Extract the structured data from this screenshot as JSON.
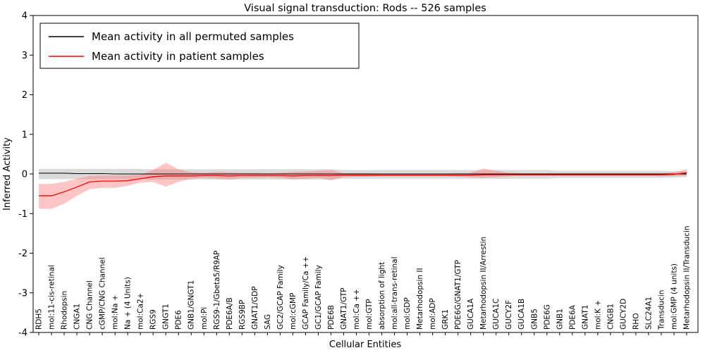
{
  "figure": {
    "title": "Visual signal transduction: Rods -- 526 samples",
    "xlabel": "Cellular Entities",
    "ylabel": "Inferred Activity"
  },
  "legend": {
    "position": "upper left",
    "entries": [
      {
        "label": "Mean activity in all permuted samples",
        "color": "#000000"
      },
      {
        "label": "Mean activity in patient samples",
        "color": "#ff0000"
      }
    ]
  },
  "chart_data": {
    "type": "line",
    "title": "Visual signal transduction: Rods -- 526 samples",
    "xlabel": "Cellular Entities",
    "ylabel": "Inferred Activity",
    "ylim": [
      -4,
      4
    ],
    "yticks": [
      -4,
      -3,
      -2,
      -1,
      0,
      1,
      2,
      3,
      4
    ],
    "grid": false,
    "legend_position": "upper left",
    "x_categories": [
      "RDH5",
      "mol:11-cis-retinal",
      "Rhodopsin",
      "CNGA1",
      "CNG Channel",
      "cGMP/CNG Channel",
      "mol:Na +",
      "Na + (4 Units)",
      "mol:Ca2+",
      "RGS9",
      "GNGT1",
      "PDE6",
      "GNB1/GNGT1",
      "mol:Pi",
      "RGS9-1/Gbeta5/R9AP",
      "PDE6A/B",
      "RGS9BP",
      "GNAT1/GDP",
      "SAG",
      "GC2/GCAP Family",
      "mol:cGMP",
      "GCAP Family/Ca ++",
      "GC1/GCAP Family",
      "PDE6B",
      "GNAT1/GTP",
      "mol:Ca ++",
      "mol:GTP",
      "absorption of light",
      "mol:all-trans-retinal",
      "mol:GDP",
      "Metarhodopsin II",
      "mol:ADP",
      "GRK1",
      "PDE6G/GNAT1/GTP",
      "GUCA1A",
      "Metarhodopsin II/Arrestin",
      "GUCA1C",
      "GUCY2F",
      "GUCA1B",
      "GNB5",
      "PDE6G",
      "GNB1",
      "PDE6A",
      "GNAT1",
      "mol:K +",
      "CNGB1",
      "GUCY2D",
      "RHO",
      "SLC24A1",
      "Transducin",
      "mol:GMP (4 units)",
      "Metarhodopsin II/Transducin"
    ],
    "series": [
      {
        "name": "Mean activity in all permuted samples",
        "color": "#000000",
        "band_color": "#bdbdbd",
        "values": [
          0.02,
          0.02,
          0.02,
          0.01,
          0.01,
          0.01,
          0,
          0,
          0,
          0,
          0,
          0,
          0,
          0,
          0,
          0,
          0,
          0,
          0,
          0,
          0,
          0,
          0,
          0,
          0,
          0,
          0,
          0,
          0,
          0,
          0,
          0,
          0,
          0,
          0,
          0,
          0,
          0,
          0,
          0,
          0,
          0,
          0,
          0,
          0,
          0,
          0,
          0,
          0,
          0,
          0,
          0
        ],
        "band_upper": [
          0.13,
          0.13,
          0.13,
          0.13,
          0.13,
          0.13,
          0.13,
          0.13,
          0.13,
          0.12,
          0.12,
          0.12,
          0.12,
          0.12,
          0.12,
          0.12,
          0.12,
          0.12,
          0.12,
          0.12,
          0.12,
          0.12,
          0.12,
          0.12,
          0.1,
          0.1,
          0.1,
          0.1,
          0.1,
          0.1,
          0.1,
          0.1,
          0.1,
          0.1,
          0.1,
          0.1,
          0.1,
          0.1,
          0.1,
          0.1,
          0.1,
          0.08,
          0.08,
          0.08,
          0.08,
          0.08,
          0.08,
          0.08,
          0.08,
          0.08,
          0.07,
          0.06
        ],
        "band_lower": [
          -0.13,
          -0.13,
          -0.13,
          -0.13,
          -0.13,
          -0.13,
          -0.13,
          -0.13,
          -0.13,
          -0.14,
          -0.14,
          -0.14,
          -0.14,
          -0.14,
          -0.14,
          -0.14,
          -0.14,
          -0.14,
          -0.14,
          -0.14,
          -0.14,
          -0.14,
          -0.14,
          -0.14,
          -0.12,
          -0.12,
          -0.12,
          -0.12,
          -0.12,
          -0.12,
          -0.12,
          -0.12,
          -0.12,
          -0.12,
          -0.12,
          -0.12,
          -0.12,
          -0.12,
          -0.12,
          -0.12,
          -0.12,
          -0.1,
          -0.1,
          -0.1,
          -0.1,
          -0.1,
          -0.1,
          -0.1,
          -0.1,
          -0.1,
          -0.09,
          -0.08
        ]
      },
      {
        "name": "Mean activity in patient samples",
        "color": "#ff0000",
        "band_color": "#ff6b6b",
        "values": [
          -0.55,
          -0.55,
          -0.45,
          -0.33,
          -0.2,
          -0.18,
          -0.18,
          -0.17,
          -0.12,
          -0.07,
          -0.05,
          -0.05,
          -0.05,
          -0.04,
          -0.04,
          -0.05,
          -0.04,
          -0.04,
          -0.04,
          -0.04,
          -0.05,
          -0.04,
          -0.04,
          -0.04,
          -0.03,
          -0.03,
          -0.03,
          -0.03,
          -0.03,
          -0.03,
          -0.03,
          -0.03,
          -0.03,
          -0.03,
          -0.03,
          -0.02,
          -0.02,
          -0.02,
          -0.02,
          -0.02,
          -0.02,
          -0.02,
          -0.02,
          -0.02,
          -0.02,
          -0.02,
          -0.02,
          -0.02,
          -0.02,
          -0.02,
          -0.01,
          0.03
        ],
        "band_upper": [
          -0.25,
          -0.25,
          -0.2,
          -0.12,
          -0.05,
          -0.04,
          -0.04,
          -0.04,
          -0.02,
          0.1,
          0.28,
          0.12,
          0.04,
          0.03,
          0.05,
          0.04,
          0.03,
          0.03,
          0.02,
          0.03,
          0.05,
          0.06,
          0.08,
          0.1,
          0.02,
          0.02,
          0.02,
          0.01,
          0.01,
          0.01,
          0.01,
          0.01,
          0.01,
          0.02,
          0.03,
          0.14,
          0.08,
          0.03,
          0.02,
          0.02,
          0.02,
          0.02,
          0.02,
          0.02,
          0.02,
          0.02,
          0.02,
          0.02,
          0.02,
          0.02,
          0.04,
          0.12
        ],
        "band_lower": [
          -0.88,
          -0.88,
          -0.75,
          -0.55,
          -0.38,
          -0.35,
          -0.35,
          -0.3,
          -0.22,
          -0.2,
          -0.32,
          -0.2,
          -0.12,
          -0.1,
          -0.12,
          -0.14,
          -0.1,
          -0.1,
          -0.09,
          -0.1,
          -0.13,
          -0.12,
          -0.1,
          -0.16,
          -0.08,
          -0.07,
          -0.07,
          -0.06,
          -0.06,
          -0.06,
          -0.06,
          -0.06,
          -0.06,
          -0.07,
          -0.08,
          -0.1,
          -0.08,
          -0.06,
          -0.05,
          -0.05,
          -0.05,
          -0.05,
          -0.05,
          -0.05,
          -0.05,
          -0.05,
          -0.05,
          -0.05,
          -0.05,
          -0.06,
          -0.05,
          -0.04
        ]
      }
    ]
  }
}
